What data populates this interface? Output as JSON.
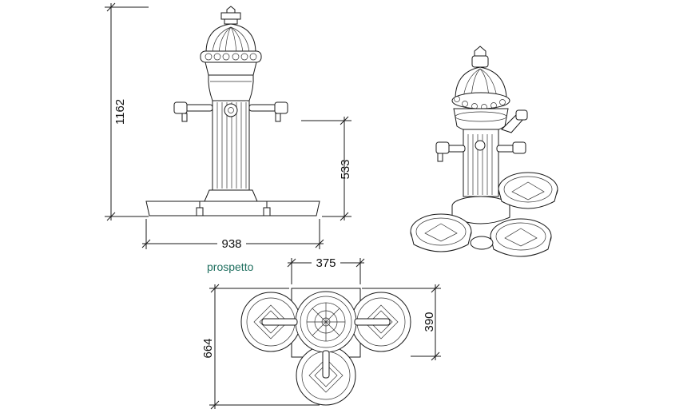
{
  "elevation": {
    "height_total": "1162",
    "height_outlet": "533",
    "width_total": "938",
    "caption": "prospetto"
  },
  "plan": {
    "width_basin": "375",
    "depth_center": "390",
    "depth_total": "664"
  },
  "colors": {
    "line": "#1a1a1a",
    "caption": "#1f6f5f"
  }
}
